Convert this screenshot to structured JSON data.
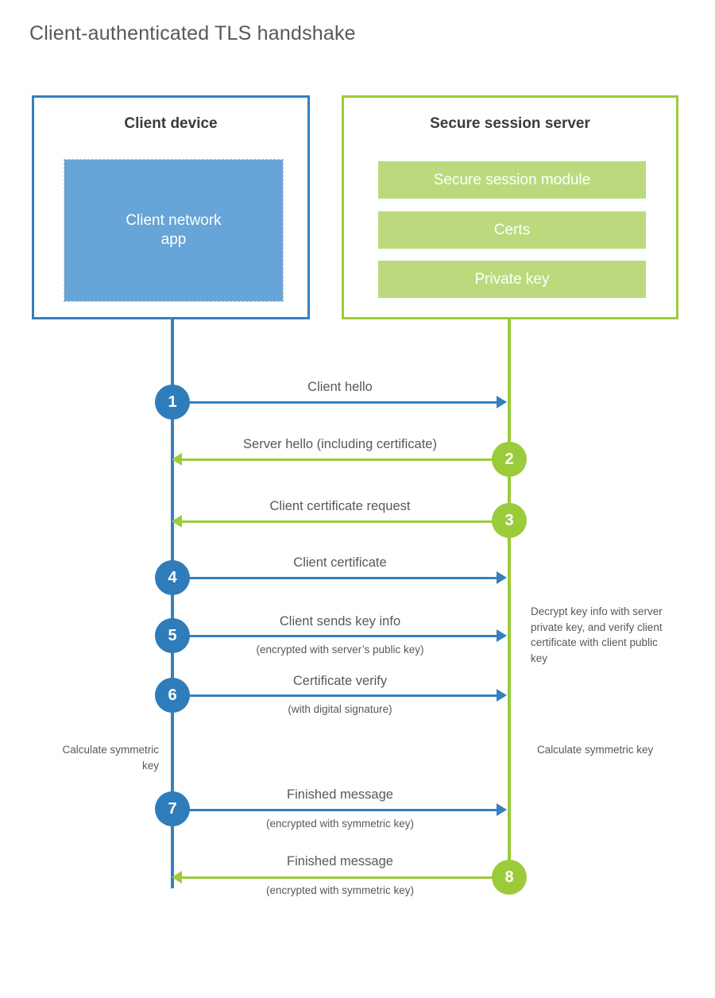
{
  "page_title": "Client-authenticated TLS handshake",
  "colors": {
    "client_blue": "#3480c0",
    "client_app_blue": "#67a4d8",
    "step_blue": "#2f7cbb",
    "server_green": "#9bcb3b",
    "server_sub_green": "#bcda7d",
    "text_gray": "#58585a"
  },
  "client": {
    "title": "Client device",
    "app_label": "Client network\napp",
    "app_label_line1": "Client network",
    "app_label_line2": "app"
  },
  "server": {
    "title": "Secure session server",
    "components": [
      {
        "label": "Secure session module"
      },
      {
        "label": "Certs"
      },
      {
        "label": "Private key"
      }
    ]
  },
  "steps": [
    {
      "number": "1",
      "label": "Client hello",
      "sublabel": "",
      "direction": "client-to-server",
      "color": "blue"
    },
    {
      "number": "2",
      "label": "Server hello (including certificate)",
      "sublabel": "",
      "direction": "server-to-client",
      "color": "green"
    },
    {
      "number": "3",
      "label": "Client certificate request",
      "sublabel": "",
      "direction": "server-to-client",
      "color": "green"
    },
    {
      "number": "4",
      "label": "Client certificate",
      "sublabel": "",
      "direction": "client-to-server",
      "color": "blue"
    },
    {
      "number": "5",
      "label": "Client sends key info",
      "sublabel": "(encrypted with server’s public key)",
      "direction": "client-to-server",
      "color": "blue"
    },
    {
      "number": "6",
      "label": "Certificate verify",
      "sublabel": "(with digital signature)",
      "direction": "client-to-server",
      "color": "blue"
    },
    {
      "number": "7",
      "label": "Finished message",
      "sublabel": "(encrypted with symmetric key)",
      "direction": "client-to-server",
      "color": "blue"
    },
    {
      "number": "8",
      "label": "Finished message",
      "sublabel": "(encrypted with symmetric key)",
      "direction": "server-to-client",
      "color": "green"
    }
  ],
  "notes": {
    "decrypt": "Decrypt key info with server private key, and verify client certificate with client public key",
    "calculate_client": "Calculate symmetric key",
    "calculate_server": "Calculate symmetric key"
  }
}
